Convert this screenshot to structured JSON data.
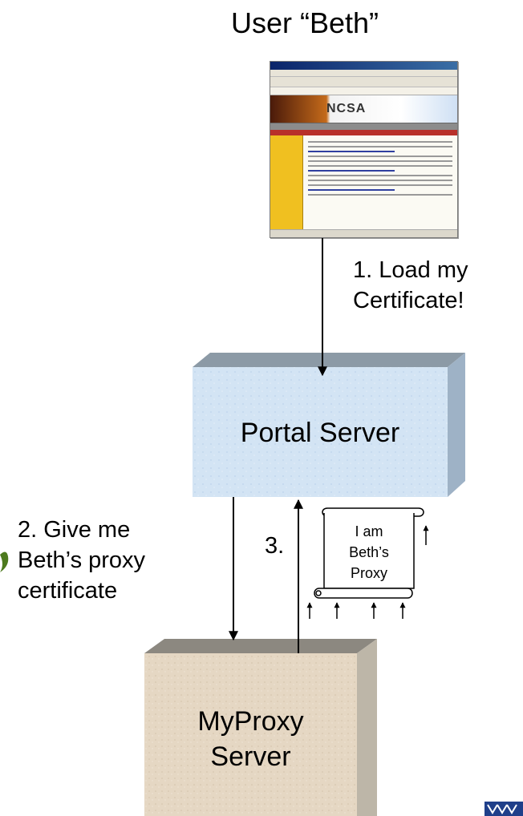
{
  "title": "User “Beth”",
  "steps": {
    "step1_line1": "1. Load my",
    "step1_line2": "Certificate!",
    "step2_line1": "2. Give me",
    "step2_line2": "Beth’s proxy",
    "step2_line3": "certificate",
    "step3": "3."
  },
  "portal_server": {
    "label": "Portal Server",
    "color": "#cfe2f3"
  },
  "myproxy_server": {
    "line1": "MyProxy",
    "line2": "Server",
    "color": "#e7d9c6"
  },
  "proxy_scroll": {
    "line1": "I am",
    "line2": "Beth’s",
    "line3": "Proxy"
  },
  "browser_thumbnail": {
    "logo_text": "NCSA"
  }
}
